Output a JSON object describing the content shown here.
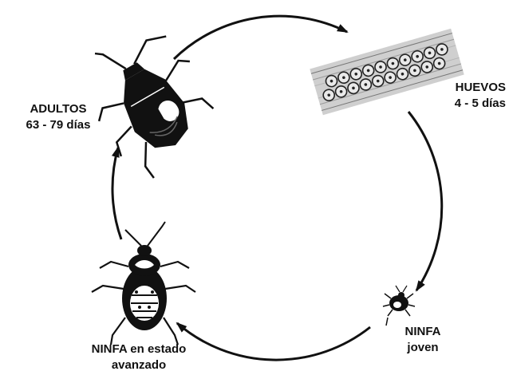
{
  "stages": {
    "adults": {
      "name": "ADULTOS",
      "duration": "63 - 79 días"
    },
    "eggs": {
      "name": "HUEVOS",
      "duration": "4 - 5 días"
    },
    "young_nymph": {
      "name": "NINFA",
      "detail": "joven"
    },
    "advanced_nymph": {
      "name": "NINFA en estado",
      "detail": "avanzado"
    }
  },
  "colors": {
    "ink": "#111111",
    "egg_fill": "#e9e9e9",
    "background": "#ffffff"
  },
  "icons": [
    "adult-bug-icon",
    "egg-cluster-icon",
    "young-nymph-icon",
    "advanced-nymph-icon"
  ]
}
